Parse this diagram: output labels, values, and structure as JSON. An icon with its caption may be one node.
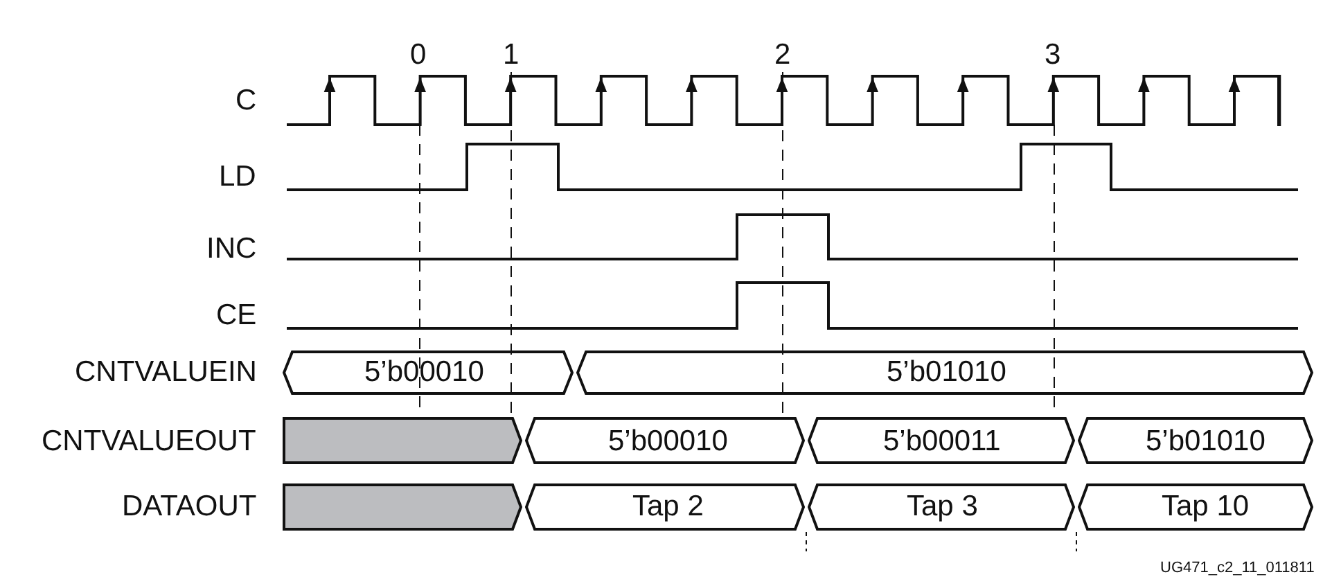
{
  "diagram": {
    "labels": [
      "0",
      "1",
      "2",
      "3",
      "C",
      "LD",
      "INC",
      "CE",
      "CNTVALUEIN",
      "5’b00010",
      "5’b01010",
      "CNTVALUEOUT",
      "5’b00010",
      "5’b00011",
      "5’b01010",
      "DATAOUT",
      "Tap 2",
      "Tap 3",
      "Tap 10",
      "UG471_c2_11_011811"
    ]
  }
}
